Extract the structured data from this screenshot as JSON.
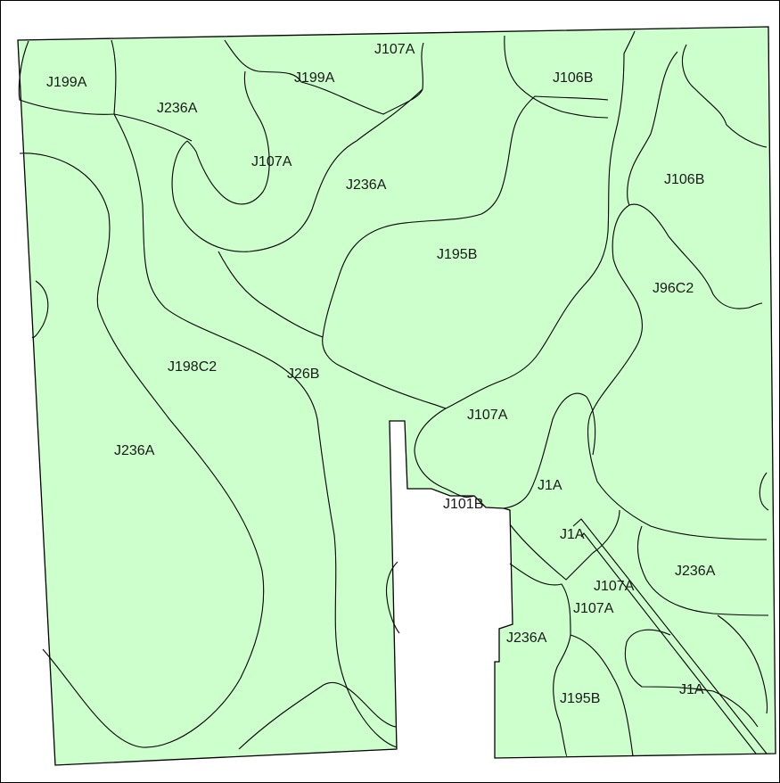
{
  "map": {
    "fill_color": "#ccffcc",
    "line_color": "#000000",
    "labels": [
      "J199A",
      "J107A",
      "J199A",
      "J106B",
      "J236A",
      "J107A",
      "J236A",
      "J106B",
      "J195B",
      "J96C2",
      "J198C2",
      "J26B",
      "J236A",
      "J107A",
      "J1A",
      "J101B",
      "J1A",
      "J236A",
      "J107A",
      "J107A",
      "J236A",
      "J195B",
      "J1A"
    ]
  }
}
